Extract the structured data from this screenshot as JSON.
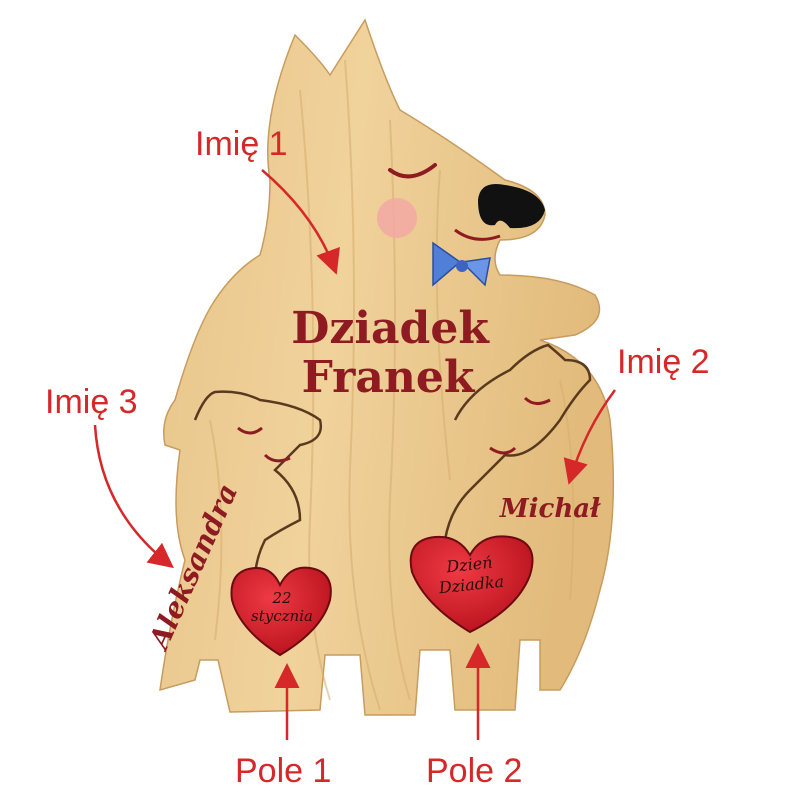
{
  "engraving": {
    "main_name_line1": "Dziadek",
    "main_name_line2": "Franek",
    "name_right_bear": "Michał",
    "name_left_bear": "Aleksandra",
    "heart_left_line1": "22",
    "heart_left_line2": "stycznia",
    "heart_right_line1": "Dzień",
    "heart_right_line2": "Dziadka"
  },
  "callouts": {
    "name1": "Imię 1",
    "name2": "Imię 2",
    "name3": "Imię 3",
    "field1": "Pole 1",
    "field2": "Pole 2"
  },
  "colors": {
    "wood": "#e9c98f",
    "engraving": "#8e1b22",
    "heart": "#d81e2a",
    "callout": "#d62828",
    "bowtie": "#4f7fd6"
  }
}
